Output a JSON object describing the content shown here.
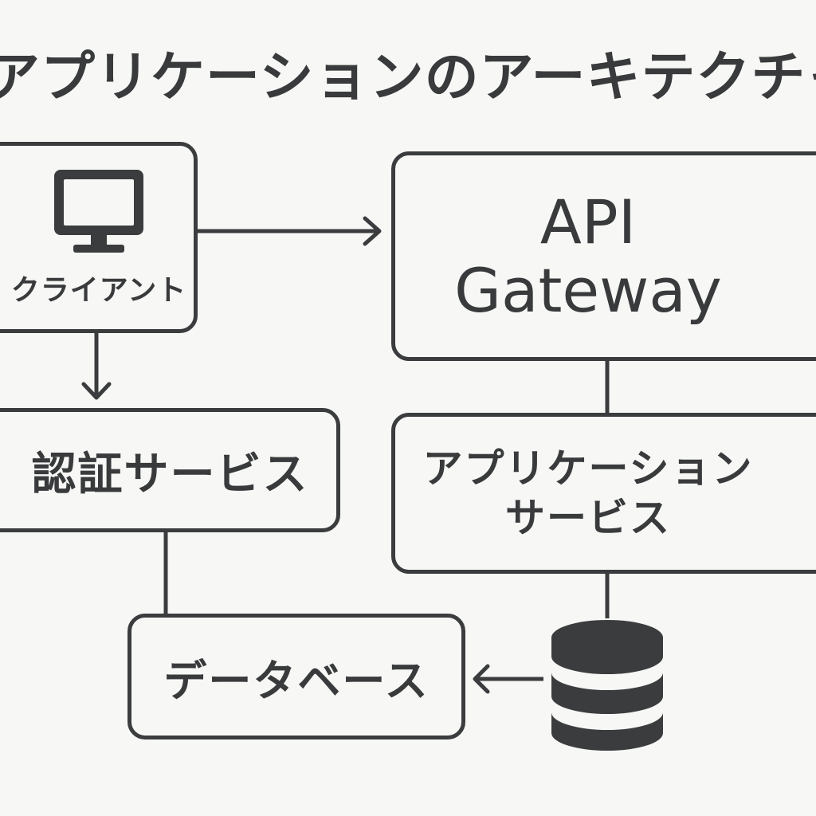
{
  "diagram": {
    "title": "アプリケーションのアーキテクチャ",
    "nodes": {
      "client": {
        "label": "クライアント",
        "icon": "monitor-icon"
      },
      "gateway": {
        "label_line1": "API",
        "label_line2": "Gateway"
      },
      "auth": {
        "label": "認証サービス"
      },
      "app": {
        "label_line1": "アプリケーション",
        "label_line2": "サービス"
      },
      "database": {
        "label": "データベース"
      },
      "storage": {
        "icon": "database-icon"
      }
    },
    "edges": [
      {
        "from": "client",
        "to": "gateway",
        "arrow": true
      },
      {
        "from": "client",
        "to": "auth",
        "arrow": true
      },
      {
        "from": "gateway",
        "to": "app",
        "arrow": false
      },
      {
        "from": "auth",
        "to": "database",
        "arrow": false
      },
      {
        "from": "app",
        "to": "storage",
        "arrow": false
      },
      {
        "from": "storage",
        "to": "database",
        "arrow": true
      }
    ],
    "colors": {
      "stroke": "#3a3c3e",
      "background": "#f7f7f5",
      "text": "#383a3c"
    }
  }
}
